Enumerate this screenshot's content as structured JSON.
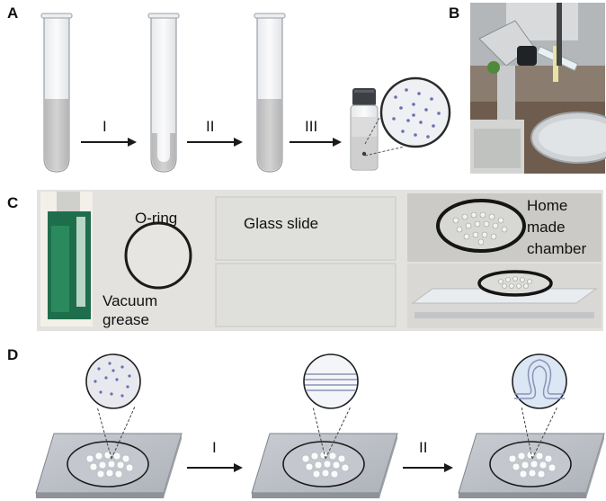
{
  "panels": {
    "a": {
      "letter": "A",
      "steps": [
        "I",
        "II",
        "III"
      ]
    },
    "b": {
      "letter": "B"
    },
    "c": {
      "letter": "C",
      "labels": {
        "oring": "O-ring",
        "glass_slide": "Glass slide",
        "vacuum_grease_1": "Vacuum",
        "vacuum_grease_2": "grease",
        "chamber_1": "Home",
        "chamber_2": "made",
        "chamber_3": "chamber"
      }
    },
    "d": {
      "letter": "D",
      "steps": [
        "I",
        "II"
      ]
    }
  },
  "colors": {
    "liquid": "#c9c9c9",
    "tube_glass": "#f4f5f6",
    "arrow": "#1a1a1a",
    "particle": "#6a6fb0",
    "slide": "#b9bdc4",
    "membrane": "#cfe0f3"
  }
}
